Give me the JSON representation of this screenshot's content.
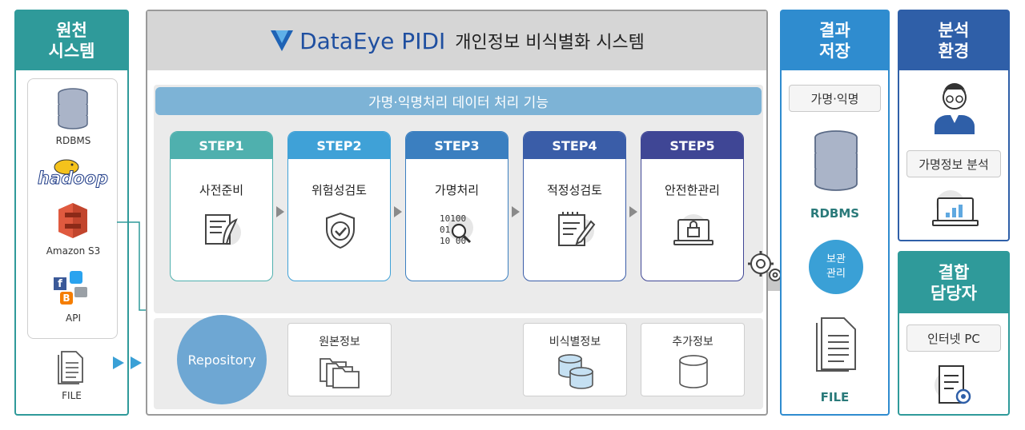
{
  "source": {
    "title": "원천\n시스템",
    "items": [
      "RDBMS",
      "Amazon S3",
      "API"
    ],
    "hadoop_logo": "hadoop",
    "file_label": "FILE"
  },
  "system": {
    "brand": "DataEye PIDI",
    "title": "개인정보 비식별화 시스템",
    "function_bar": "가명·익명처리 데이터 처리 기능",
    "steps": [
      {
        "head": "STEP1",
        "name": "사전준비",
        "color": "#4fb0ae"
      },
      {
        "head": "STEP2",
        "name": "위험성검토",
        "color": "#3fa1d7"
      },
      {
        "head": "STEP3",
        "name": "가명처리",
        "color": "#3b7fc0"
      },
      {
        "head": "STEP4",
        "name": "적정성검토",
        "color": "#3a5da8"
      },
      {
        "head": "STEP5",
        "name": "안전한관리",
        "color": "#3f4695"
      }
    ],
    "repository": "Repository",
    "cards": [
      "원본정보",
      "비식별정보",
      "추가정보"
    ]
  },
  "result": {
    "title": "결과\n저장",
    "pill": "가명·익명",
    "rdbms": "RDBMS",
    "manage": "보관\n관리",
    "file": "FILE"
  },
  "analysis": {
    "title": "분석\n환경",
    "pill": "가명정보 분석"
  },
  "combine": {
    "title": "결합\n담당자",
    "pill": "인터넷 PC"
  },
  "colors": {
    "teal": "#2f9a9a",
    "blue": "#2f8ccf",
    "navy": "#2f5fa8"
  }
}
